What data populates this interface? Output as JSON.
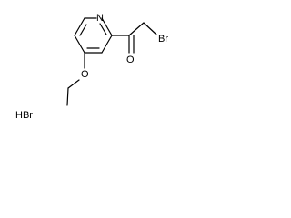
{
  "molecule": {
    "atoms": {
      "N": "N",
      "O_ether": "O",
      "O_carbonyl": "O",
      "Br": "Br"
    },
    "salt": "HBr"
  }
}
